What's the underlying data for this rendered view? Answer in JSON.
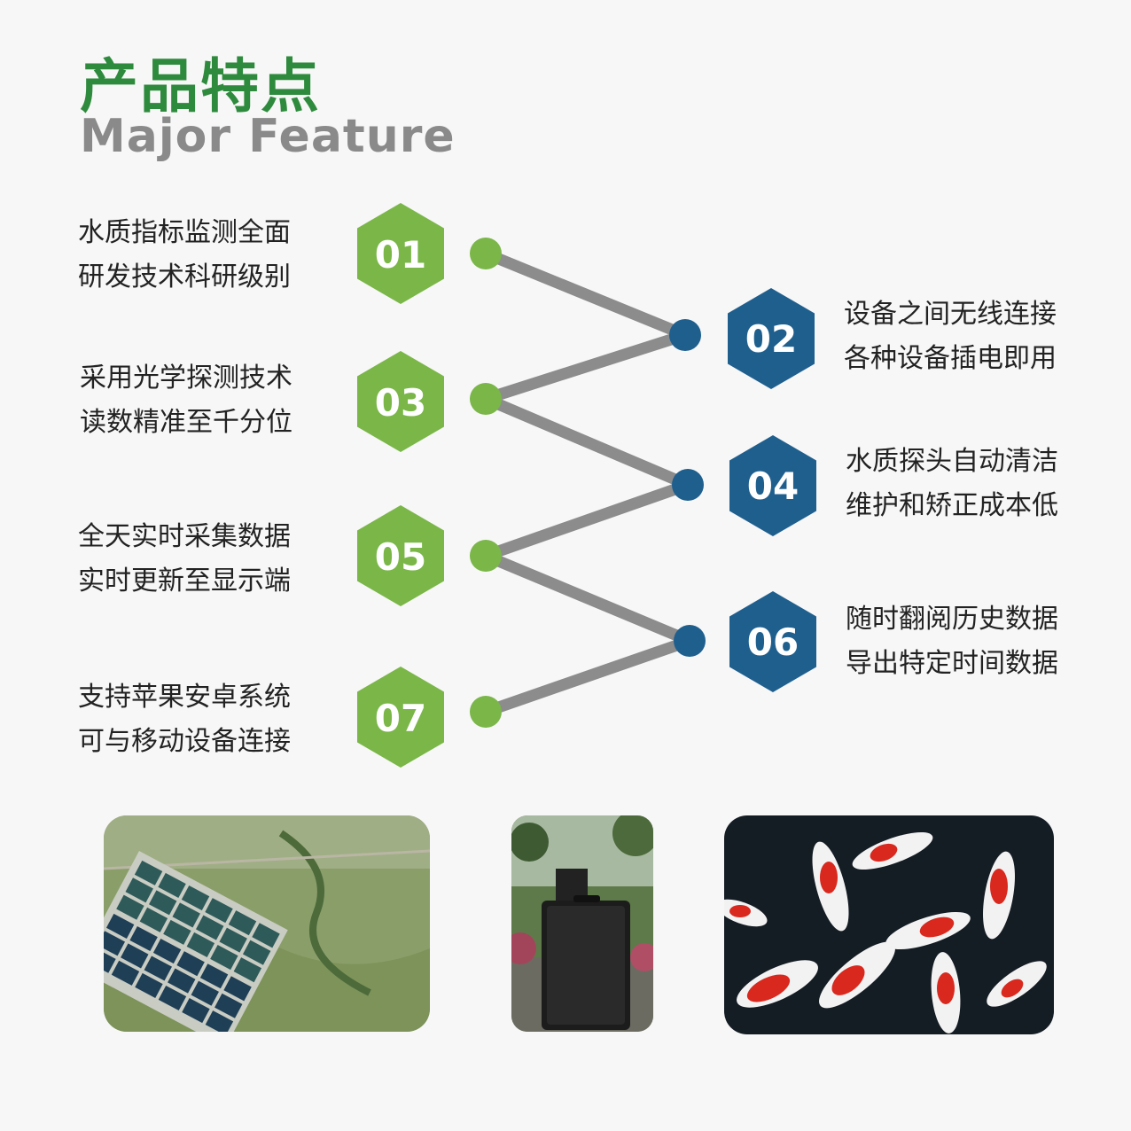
{
  "header": {
    "title_cn": "产品特点",
    "title_en": "Major  Feature"
  },
  "colors": {
    "green": "#7ab648",
    "blue": "#1f5f8e",
    "connector": "#8c8c8c",
    "title_green": "#2e8b3d",
    "title_gray": "#8a8a8a"
  },
  "features": [
    {
      "num": "01",
      "line1": "水质指标监测全面",
      "line2": "研发技术科研级别"
    },
    {
      "num": "02",
      "line1": "设备之间无线连接",
      "line2": "各种设备插电即用"
    },
    {
      "num": "03",
      "line1": "采用光学探测技术",
      "line2": "读数精准至千分位"
    },
    {
      "num": "04",
      "line1": "水质探头自动清洁",
      "line2": "维护和矫正成本低"
    },
    {
      "num": "05",
      "line1": "全天实时采集数据",
      "line2": "实时更新至显示端"
    },
    {
      "num": "06",
      "line1": "随时翻阅历史数据",
      "line2": "导出特定时间数据"
    },
    {
      "num": "07",
      "line1": "支持苹果安卓系统",
      "line2": "可与移动设备连接"
    }
  ],
  "photos": [
    {
      "icon": "aerial-fish-farm-photo"
    },
    {
      "icon": "water-quality-device-case-photo"
    },
    {
      "icon": "koi-fish-photo"
    }
  ]
}
